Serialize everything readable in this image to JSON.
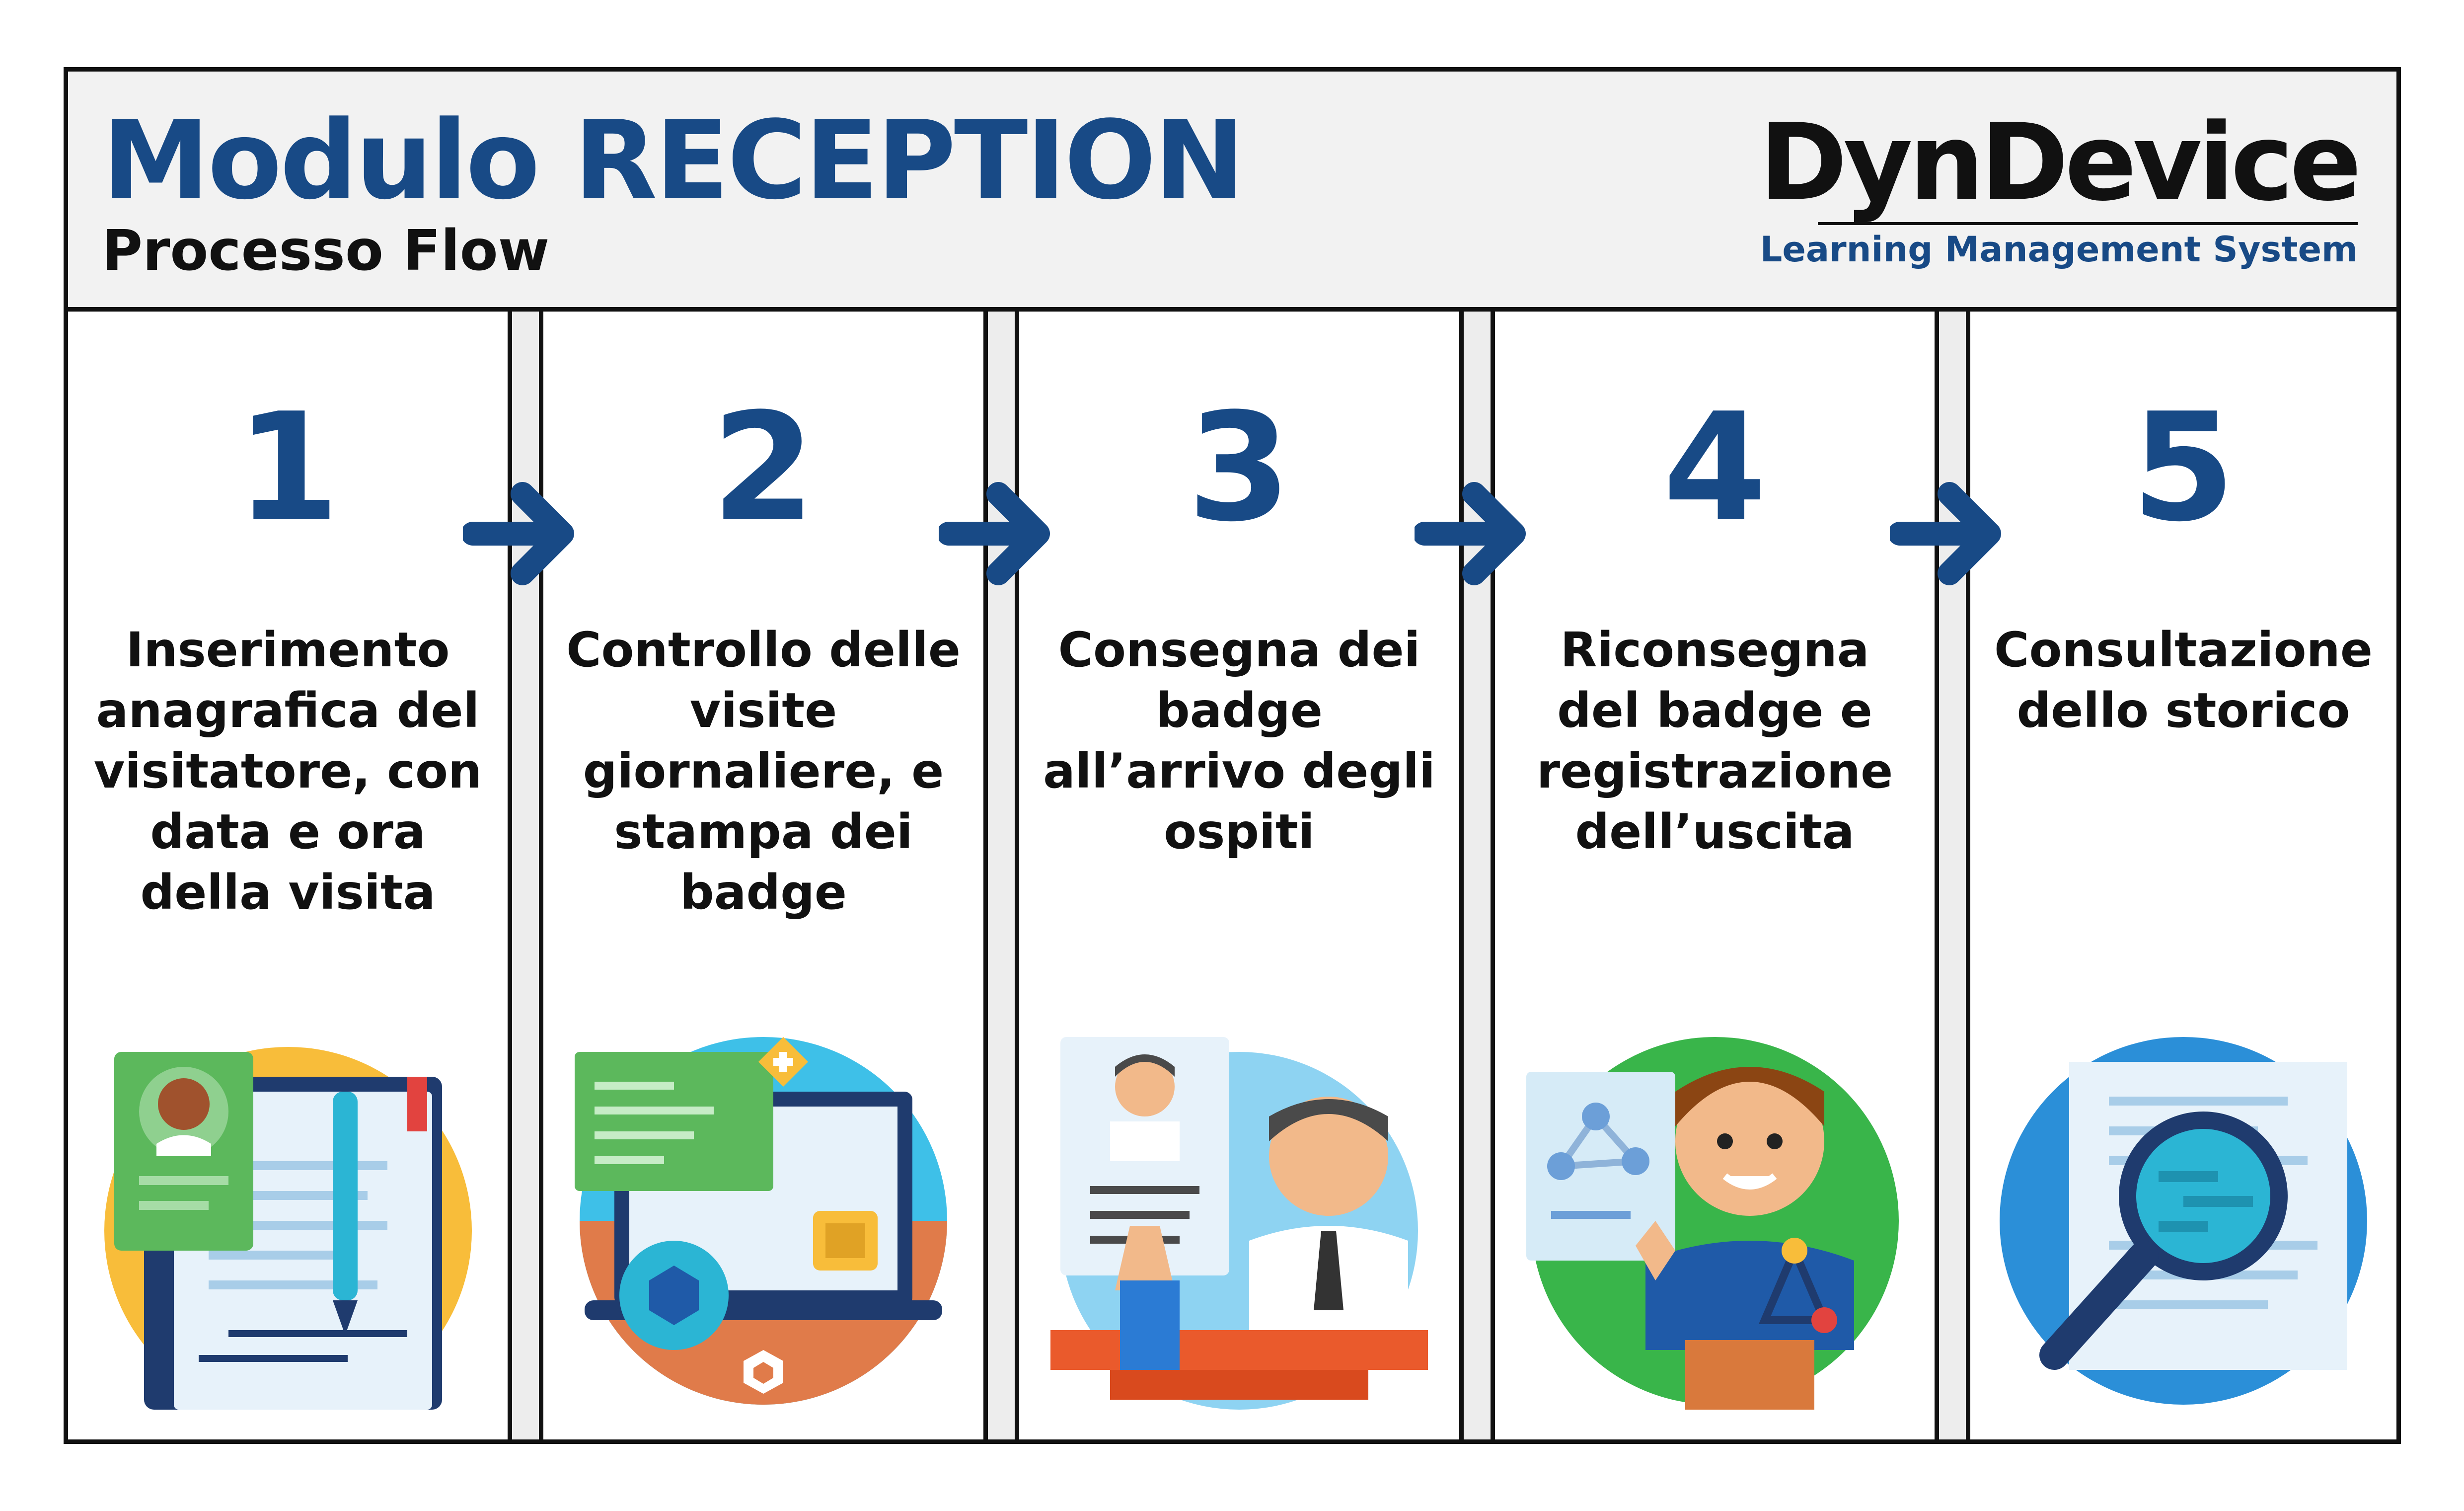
{
  "header": {
    "title": "Modulo RECEPTION",
    "subtitle": "Processo Flow",
    "logo_name": "DynDevice",
    "logo_tagline": "Learning Management System"
  },
  "steps": [
    {
      "number": "1",
      "text": "Inserimento anagrafica del visitatore, con data e ora della visita",
      "icon": "visitor-registration-icon"
    },
    {
      "number": "2",
      "text": "Controllo delle visite giornaliere, e stampa dei badge",
      "icon": "laptop-settings-icon"
    },
    {
      "number": "3",
      "text": "Consegna dei badge all’arrivo degli ospiti",
      "icon": "badge-delivery-icon"
    },
    {
      "number": "4",
      "text": "Riconsegna del badge e registrazione dell’uscita",
      "icon": "badge-return-icon"
    },
    {
      "number": "5",
      "text": "Consultazione dello storico",
      "icon": "history-search-icon"
    }
  ],
  "colors": {
    "primary": "#184a86",
    "text": "#111111",
    "header_bg": "#f2f2f2",
    "arrow": "#184a86"
  }
}
